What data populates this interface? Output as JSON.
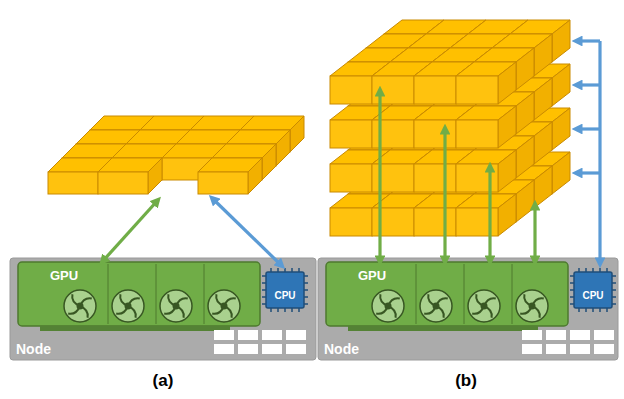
{
  "diagram": {
    "labels": [
      "GPU",
      "CPU",
      "Node",
      "(a)",
      "GPU",
      "CPU",
      "Node",
      "(b)"
    ]
  }
}
